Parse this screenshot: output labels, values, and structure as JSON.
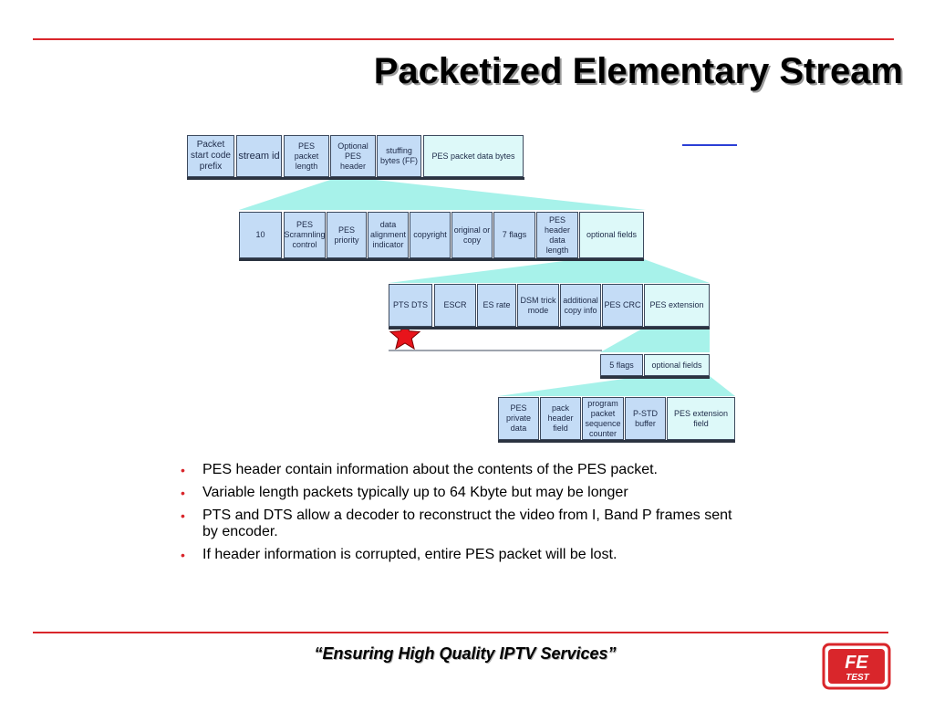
{
  "title": "Packetized Elementary Stream",
  "diagram": {
    "level1": [
      {
        "label": "Packet start code prefix",
        "style": "blue"
      },
      {
        "label": "stream id",
        "style": "blue"
      },
      {
        "label": "PES packet length",
        "style": "blue"
      },
      {
        "label": "Optional PES header",
        "style": "blue"
      },
      {
        "label": "stuffing bytes (FF)",
        "style": "blue"
      },
      {
        "label": "PES packet data bytes",
        "style": "cyan"
      }
    ],
    "level2": [
      {
        "label": "10",
        "style": "blue"
      },
      {
        "label": "PES Scramnling control",
        "style": "blue"
      },
      {
        "label": "PES priority",
        "style": "blue"
      },
      {
        "label": "data alignment indicator",
        "style": "blue"
      },
      {
        "label": "copyright",
        "style": "blue"
      },
      {
        "label": "original or copy",
        "style": "blue"
      },
      {
        "label": "7 flags",
        "style": "blue"
      },
      {
        "label": "PES header data length",
        "style": "blue"
      },
      {
        "label": "optional fields",
        "style": "cyan"
      }
    ],
    "level3": [
      {
        "label": "PTS DTS",
        "style": "blue"
      },
      {
        "label": "ESCR",
        "style": "blue"
      },
      {
        "label": "ES rate",
        "style": "blue"
      },
      {
        "label": "DSM trick mode",
        "style": "blue"
      },
      {
        "label": "additional copy info",
        "style": "blue"
      },
      {
        "label": "PES CRC",
        "style": "blue"
      },
      {
        "label": "PES extension",
        "style": "cyan"
      }
    ],
    "level4": [
      {
        "label": "5 flags",
        "style": "blue"
      },
      {
        "label": "optional fields",
        "style": "cyan"
      }
    ],
    "level5": [
      {
        "label": "PES private data",
        "style": "blue"
      },
      {
        "label": "pack header field",
        "style": "blue"
      },
      {
        "label": "program packet sequence counter",
        "style": "blue"
      },
      {
        "label": "P-STD buffer",
        "style": "blue"
      },
      {
        "label": "PES extension field",
        "style": "cyan"
      }
    ],
    "marker": "star-icon"
  },
  "bullets": [
    "PES header contain information about the contents of the PES packet.",
    "Variable length packets typically up to 64 Kbyte but may be longer",
    "PTS and DTS allow a decoder to reconstruct the video from I, Band P frames sent by encoder.",
    "If header information is corrupted, entire PES packet will be lost."
  ],
  "footer": "“Ensuring High Quality IPTV Services”",
  "logo": {
    "text_top": "FE",
    "text_bottom": "TEST"
  },
  "colors": {
    "accent": "#d9262b",
    "cell_blue": "#c4dcf6",
    "cell_cyan": "#ddf9f9",
    "funnel": "#5fe8d8"
  }
}
